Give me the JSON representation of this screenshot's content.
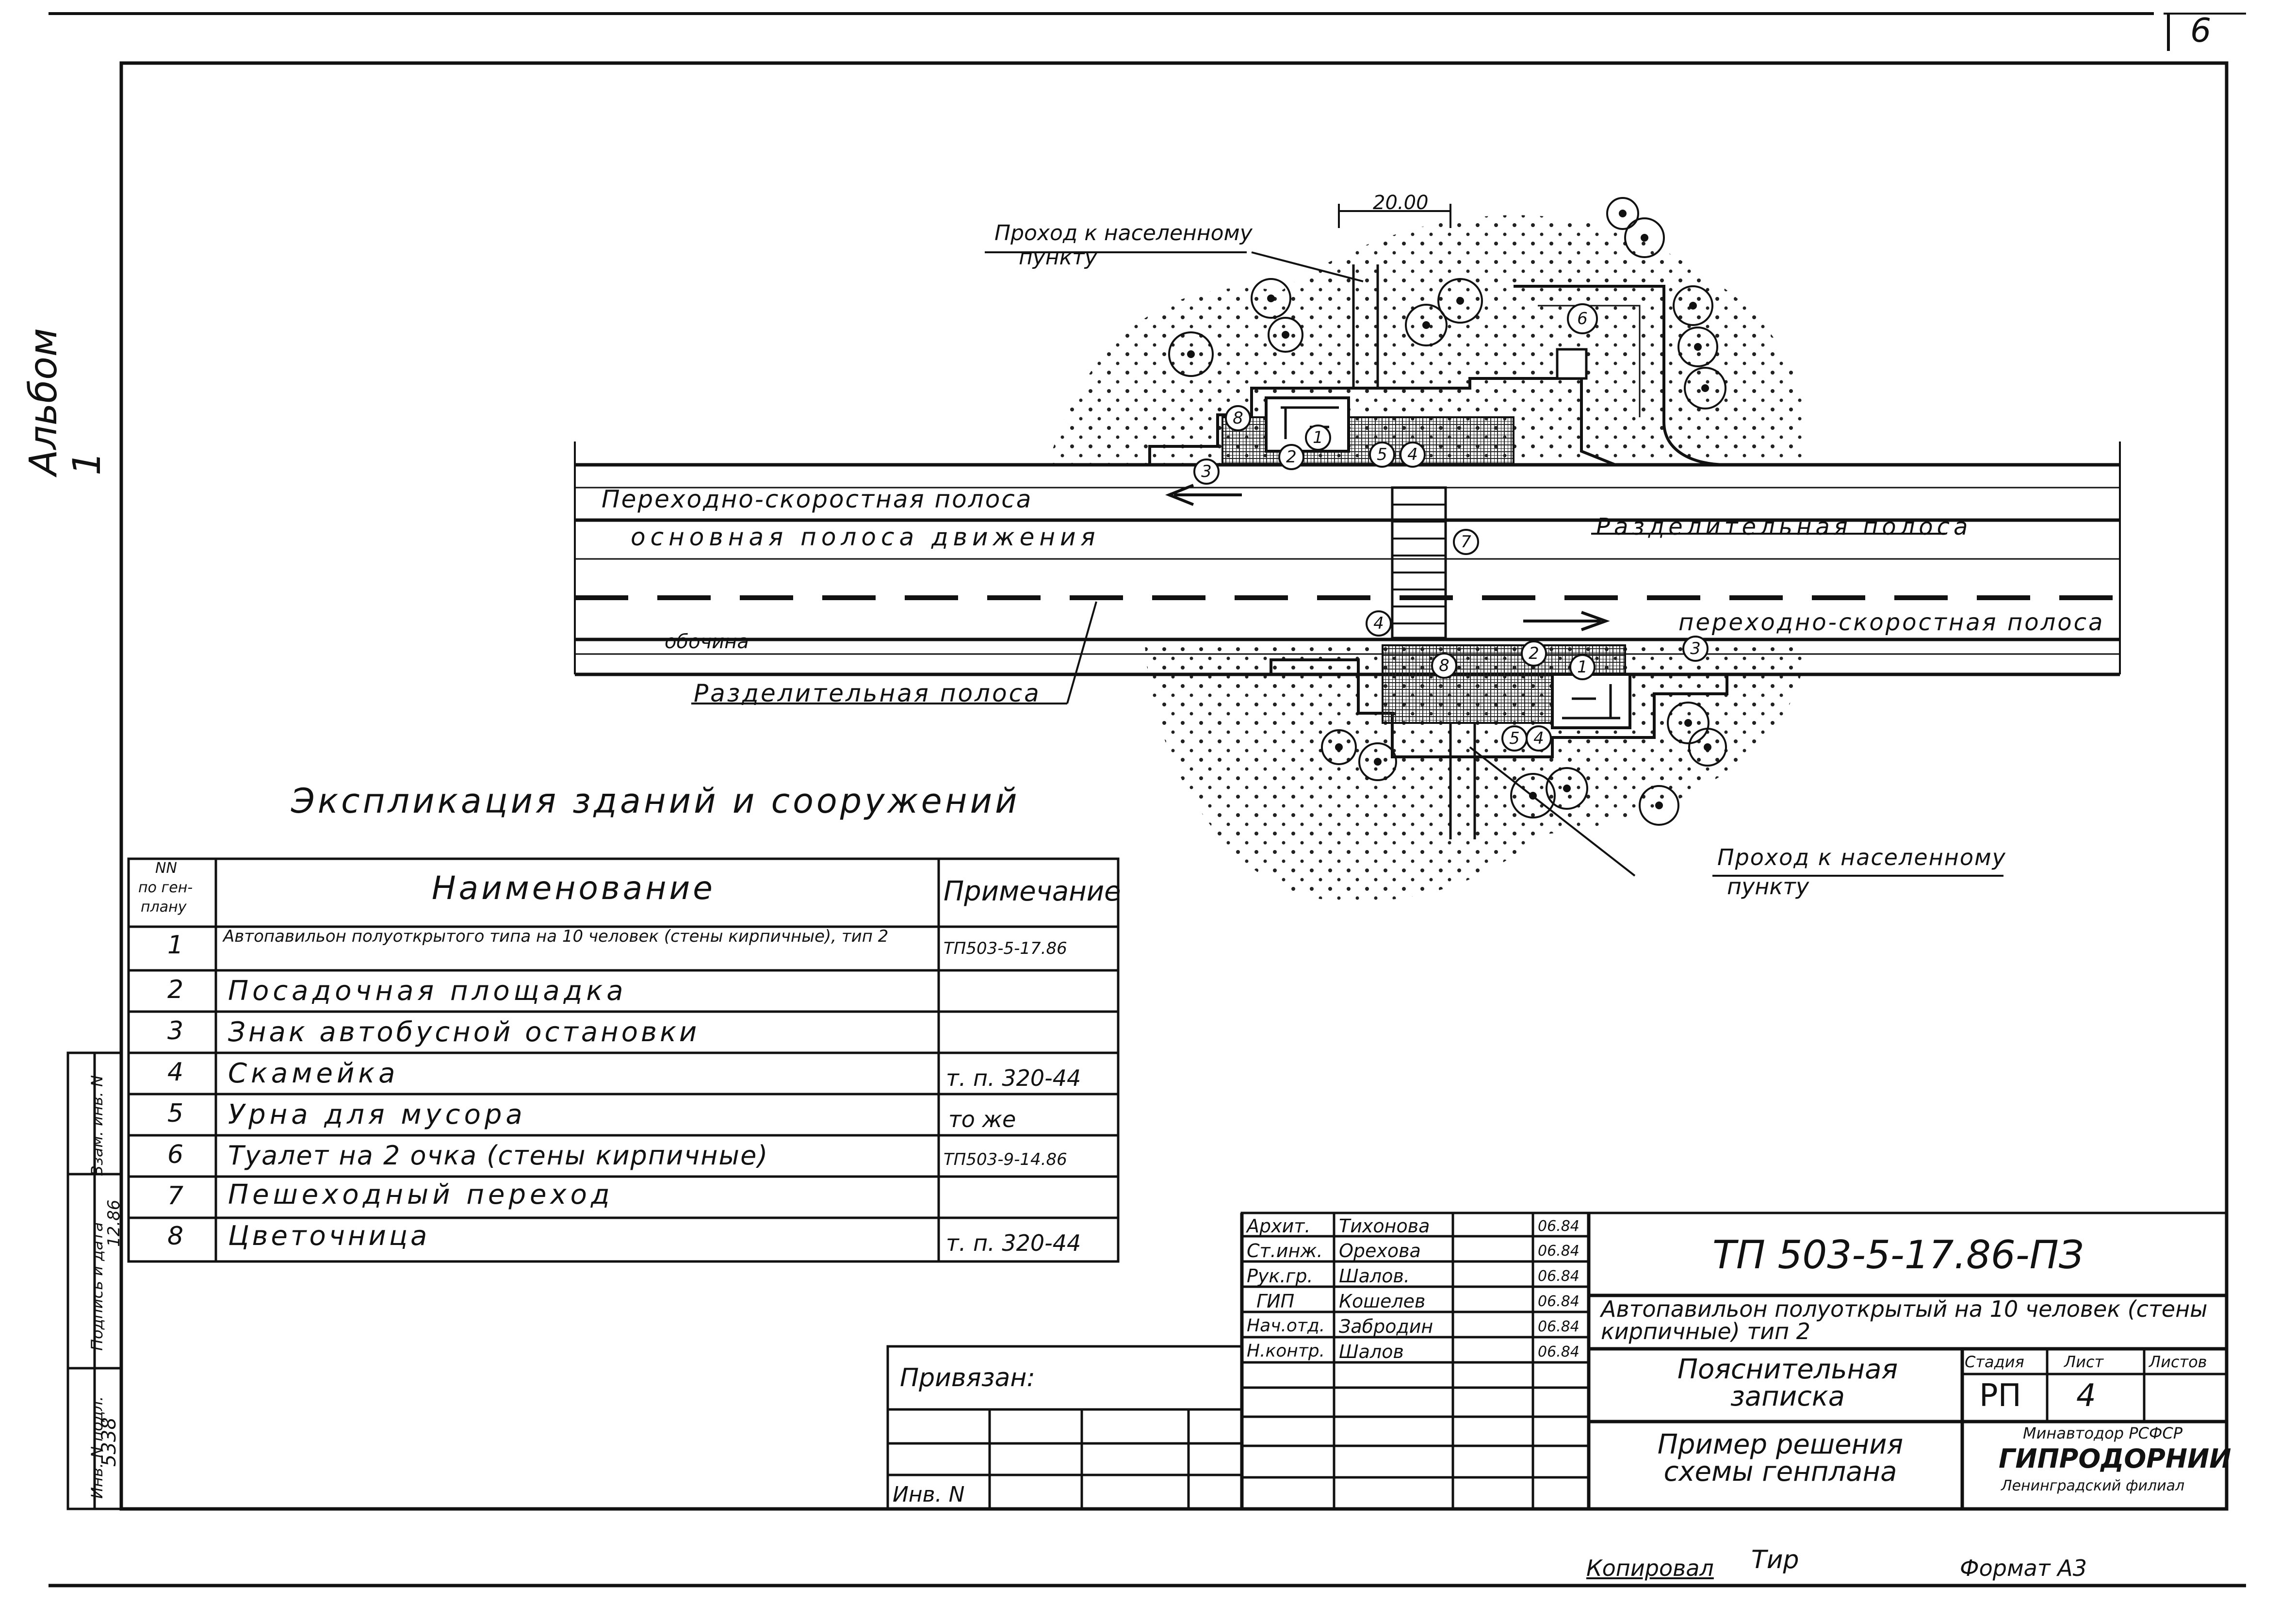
{
  "sheet": {
    "page_number": "6",
    "album_label": "Альбом 1",
    "copied_label": "Копировал",
    "copied_sign": "Тир",
    "format_label": "Формат А3"
  },
  "plan": {
    "dimension": "20.00",
    "top_passage": [
      "Проход к населенному",
      "пункту"
    ],
    "bottom_passage": [
      "Проход к населенному",
      "пункту"
    ],
    "lane_upper": "Переходно-скоростная полоса",
    "lane_main": "основная полоса движения",
    "divider_upper": "Разделительная полоса",
    "lane_lower": "переходно-скоростная полоса",
    "edge_label": "обочина",
    "divider_lower": "Разделительная полоса",
    "markers_top": [
      "1",
      "2",
      "3",
      "4",
      "5",
      "6",
      "8"
    ],
    "marker_crossing": "7",
    "markers_bottom": [
      "1",
      "2",
      "3",
      "4",
      "4",
      "5",
      "8"
    ]
  },
  "explication": {
    "title": "Экспликация зданий и сооружений",
    "col_num": [
      "NN",
      "по ген-",
      "плану"
    ],
    "col_name": "Наименование",
    "col_note": "Примечание",
    "rows": [
      {
        "num": "1",
        "name": "Автопавильон полуоткрытого типа на 10 человек (стены кирпичные), тип 2",
        "note": "ТП503-5-17.86"
      },
      {
        "num": "2",
        "name": "Посадочная площадка",
        "note": ""
      },
      {
        "num": "3",
        "name": "Знак автобусной остановки",
        "note": ""
      },
      {
        "num": "4",
        "name": "Скамейка",
        "note": "т. п. 320-44"
      },
      {
        "num": "5",
        "name": "Урна для мусора",
        "note": "то же"
      },
      {
        "num": "6",
        "name": "Туалет на 2 очка (стены кирпичные)",
        "note": "ТП503-9-14.86"
      },
      {
        "num": "7",
        "name": "Пешеходный переход",
        "note": ""
      },
      {
        "num": "8",
        "name": "Цветочница",
        "note": "т. п. 320-44"
      }
    ]
  },
  "side_stamp": {
    "labels": [
      "Инв. N подл.",
      "Подпись и дата",
      "Взам. инв. N"
    ],
    "inv_number": "5338",
    "signature_date": "12.86"
  },
  "binding": {
    "label": "Привязан:",
    "inv_label": "Инв. N"
  },
  "title_block": {
    "roles": [
      {
        "role": "Архит.",
        "name": "Тихонова",
        "date": "06.84"
      },
      {
        "role": "Ст.инж.",
        "name": "Орехова",
        "date": "06.84"
      },
      {
        "role": "Рук.гр.",
        "name": "Шалов.",
        "date": "06.84"
      },
      {
        "role": "ГИП",
        "name": "Кошелев",
        "date": "06.84"
      },
      {
        "role": "Нач.отд.",
        "name": "Забродин",
        "date": "06.84"
      },
      {
        "role": "Н.контр.",
        "name": "Шалов",
        "date": "06.84"
      }
    ],
    "code": "ТП 503-5-17.86-ПЗ",
    "project_name": "Автопавильон полуоткрытый на 10 человек (стены кирпичные) тип 2",
    "doc_name": "Пояснительная записка",
    "sheet_name": "Пример решения схемы генплана",
    "stage_label": "Стадия",
    "sheet_label": "Лист",
    "sheets_label": "Листов",
    "stage": "РП",
    "sheet": "4",
    "org_ministry": "Минавтодор РСФСР",
    "org_name": "ГИПРОДОРНИИ",
    "org_branch": "Ленинградский филиал"
  }
}
